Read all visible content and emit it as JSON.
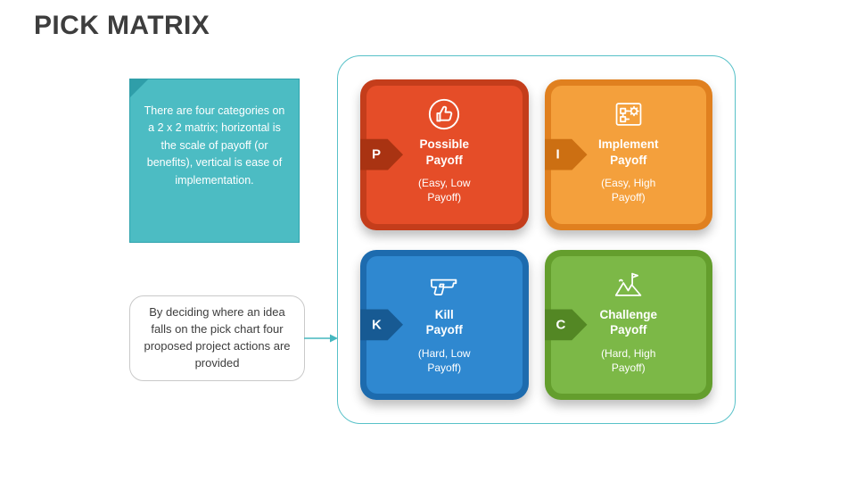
{
  "page": {
    "title": "PICK MATRIX"
  },
  "note_box": {
    "text": "There are four categories on a 2 x 2 matrix; horizontal is the scale of payoff (or benefits), vertical is ease of implementation."
  },
  "callout": {
    "text": "By deciding where an idea falls on the pick chart four proposed project actions are provided"
  },
  "colors": {
    "accent_teal": "#4bbcc4",
    "container_border": "#57c1c8",
    "title_text": "#3d3d3d"
  },
  "matrix": {
    "cards": [
      {
        "id": "possible",
        "letter": "P",
        "title": "Possible\nPayoff",
        "subtitle": "(Easy, Low\nPayoff)",
        "icon": "thumbs-up-icon",
        "colors": {
          "outer": "#c43d1b",
          "inner": "#e54d28",
          "tab": "#a93312"
        }
      },
      {
        "id": "implement",
        "letter": "I",
        "title": "Implement\nPayoff",
        "subtitle": "(Easy, High\nPayoff)",
        "icon": "blueprint-gear-icon",
        "colors": {
          "outer": "#e0801f",
          "inner": "#f4a03c",
          "tab": "#cc6f12"
        }
      },
      {
        "id": "kill",
        "letter": "K",
        "title": "Kill\nPayoff",
        "subtitle": "(Hard, Low\nPayoff)",
        "icon": "gun-icon",
        "colors": {
          "outer": "#1d6bae",
          "inner": "#2f88d0",
          "tab": "#175a93"
        }
      },
      {
        "id": "challenge",
        "letter": "C",
        "title": "Challenge\nPayoff",
        "subtitle": "(Hard, High\nPayoff)",
        "icon": "mountain-flag-icon",
        "colors": {
          "outer": "#649e2d",
          "inner": "#7cb847",
          "tab": "#538724"
        }
      }
    ]
  }
}
